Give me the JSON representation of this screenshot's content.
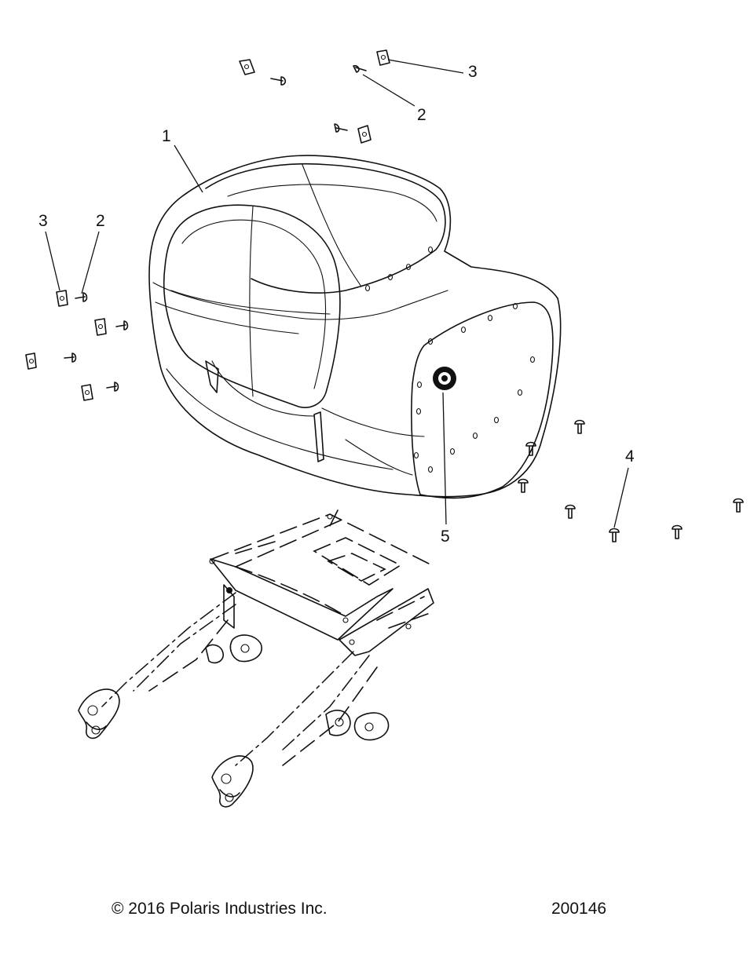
{
  "callouts": [
    {
      "id": "c1",
      "label": "1"
    },
    {
      "id": "c2a",
      "label": "2"
    },
    {
      "id": "c3a",
      "label": "3"
    },
    {
      "id": "c3b",
      "label": "3"
    },
    {
      "id": "c2b",
      "label": "2"
    },
    {
      "id": "c4",
      "label": "4"
    },
    {
      "id": "c5",
      "label": "5"
    }
  ],
  "footer": {
    "copyright": "© 2016 Polaris Industries Inc.",
    "drawing_number": "200146"
  },
  "icons": {
    "trunk": "trunk-with-backrest",
    "rack": "mounting-rack",
    "fastener": "screw",
    "clip": "u-nut-clip",
    "badge": "emblem"
  },
  "colors": {
    "line": "#111111",
    "background": "#ffffff"
  }
}
